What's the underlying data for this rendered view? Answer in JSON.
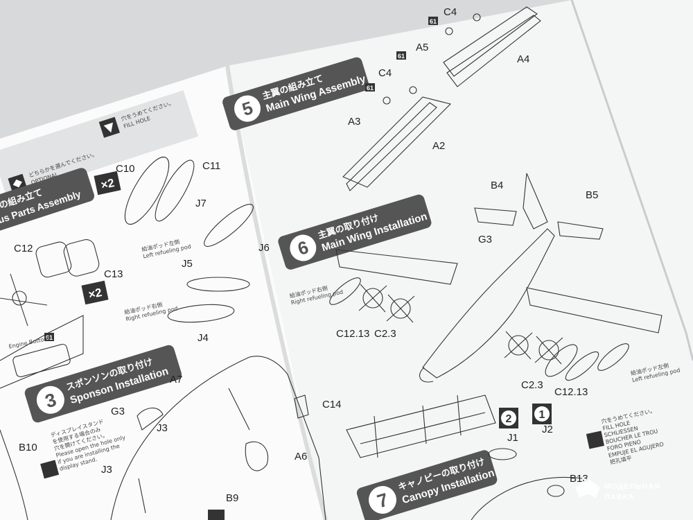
{
  "steps": {
    "s3": {
      "number": "3",
      "jp": "スポンソンの取り付け",
      "en": "Sponson Installation"
    },
    "s5": {
      "number": "5",
      "jp": "主翼の組み立て",
      "en": "Main Wing Assembly"
    },
    "s6": {
      "number": "6",
      "jp": "主翼の取り付け",
      "en": "Main Wing Installation"
    },
    "s7": {
      "number": "7",
      "jp": "キャノピーの取り付け",
      "en": "Canopy Installation"
    },
    "s2_partial": {
      "jp": "の組み立て",
      "en": "us Parts Assembly"
    }
  },
  "legend": {
    "optional_jp": "どちらかを選んでください。",
    "optional_en": "OPTIONAL",
    "fill_jp": "穴をうめてください。",
    "fill_en": "FILL HOLE"
  },
  "multipliers": {
    "a": "×2",
    "b": "×2"
  },
  "notes": {
    "left_pod_jp": "給油ポッド左側",
    "left_pod_en": "Left refueling pod",
    "right_pod_jp": "給油ポッド右側",
    "right_pod_en": "Right refueling pod",
    "right_pod2_jp": "給油ポッド右側",
    "right_pod2_en": "Right refueling pod",
    "left_pod2_jp": "給油ポッド左側",
    "left_pod2_en": "Left refueling pod",
    "engine_bottom": "Engine Bottom",
    "display_jp1": "ディスプレイスタンド",
    "display_jp2": "を使用する場合のみ",
    "display_jp3": "穴を開けてください。",
    "display_en1": "Please open the hole only",
    "display_en2": "if you are installing the",
    "display_en3": "display stand.",
    "fill_multi": [
      "穴をうめてください。",
      "FILL HOLE",
      "SCHLIESSEN",
      "BOUCHER LE TROU",
      "FORO PIENO",
      "EMPUJE EL AGUJERO",
      "把孔填平"
    ]
  },
  "parts": {
    "C4a": "C4",
    "C4b": "C4",
    "A5": "A5",
    "A4": "A4",
    "A3": "A3",
    "A2": "A2",
    "n61a": "61",
    "n61b": "61",
    "n61c": "61",
    "n61d": "61",
    "C10": "C10",
    "C11": "C11",
    "J7": "J7",
    "J6": "J6",
    "J5": "J5",
    "J4": "J4",
    "C12": "C12",
    "C13": "C13",
    "B4": "B4",
    "B5": "B5",
    "G3a": "G3",
    "G3b": "G3",
    "C12_13a": "C12.13",
    "C2_3a": "C2.3",
    "C2_3b": "C2.3",
    "C12_13b": "C12.13",
    "A7": "A7",
    "C14": "C14",
    "J3a": "J3",
    "J3b": "J3",
    "A6": "A6",
    "B9": "B9",
    "B10": "B10",
    "J1": "J1",
    "J2": "J2",
    "B13": "B13"
  },
  "option_badges": {
    "opt2": "2",
    "opt1": "1"
  },
  "watermark": {
    "line1": "МОДЕЛЬНАЯ",
    "line2": "ЛАВКА"
  }
}
